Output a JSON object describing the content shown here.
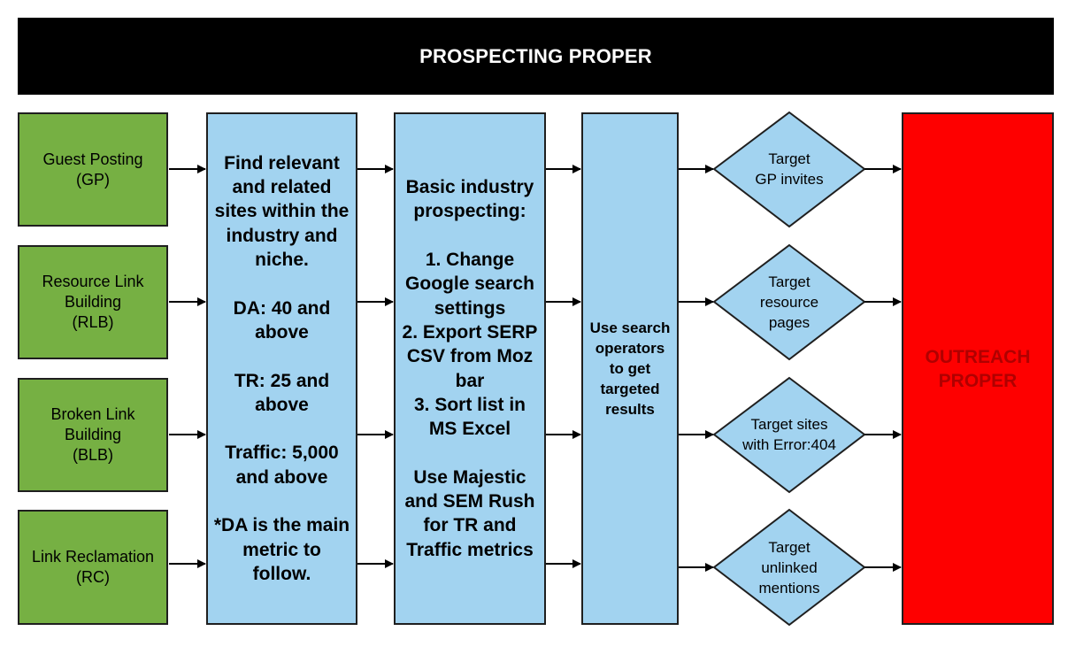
{
  "header": {
    "title": "PROSPECTING PROPER"
  },
  "link_types": [
    {
      "label": "Guest Posting\n(GP)"
    },
    {
      "label": "Resource Link\nBuilding\n(RLB)"
    },
    {
      "label": "Broken Link\nBuilding\n(BLB)"
    },
    {
      "label": "Link Reclamation\n(RC)"
    }
  ],
  "criteria_box": {
    "text": "Find relevant and related sites within the industry and niche.\n\nDA: 40 and above\n\nTR: 25 and above\n\nTraffic: 5,000 and above\n\n*DA is the main metric to follow."
  },
  "prospecting_box": {
    "text": "Basic industry prospecting:\n\n1. Change Google search settings\n2. Export SERP CSV from Moz bar\n3. Sort list in MS Excel\n\nUse Majestic and SEM Rush for TR and Traffic metrics"
  },
  "operators_box": {
    "text": "Use search operators to get targeted results"
  },
  "targets": [
    {
      "label": "Target\nGP invites"
    },
    {
      "label": "Target\nresource\npages"
    },
    {
      "label": "Target sites\nwith Error:404"
    },
    {
      "label": "Target\nunlinked\nmentions"
    }
  ],
  "outreach": {
    "label": "OUTREACH\nPROPER"
  },
  "colors": {
    "header_bg": "#000000",
    "green": "#76b043",
    "blue": "#a2d3f0",
    "red": "#fe0000",
    "outreach_text": "#b00000"
  }
}
